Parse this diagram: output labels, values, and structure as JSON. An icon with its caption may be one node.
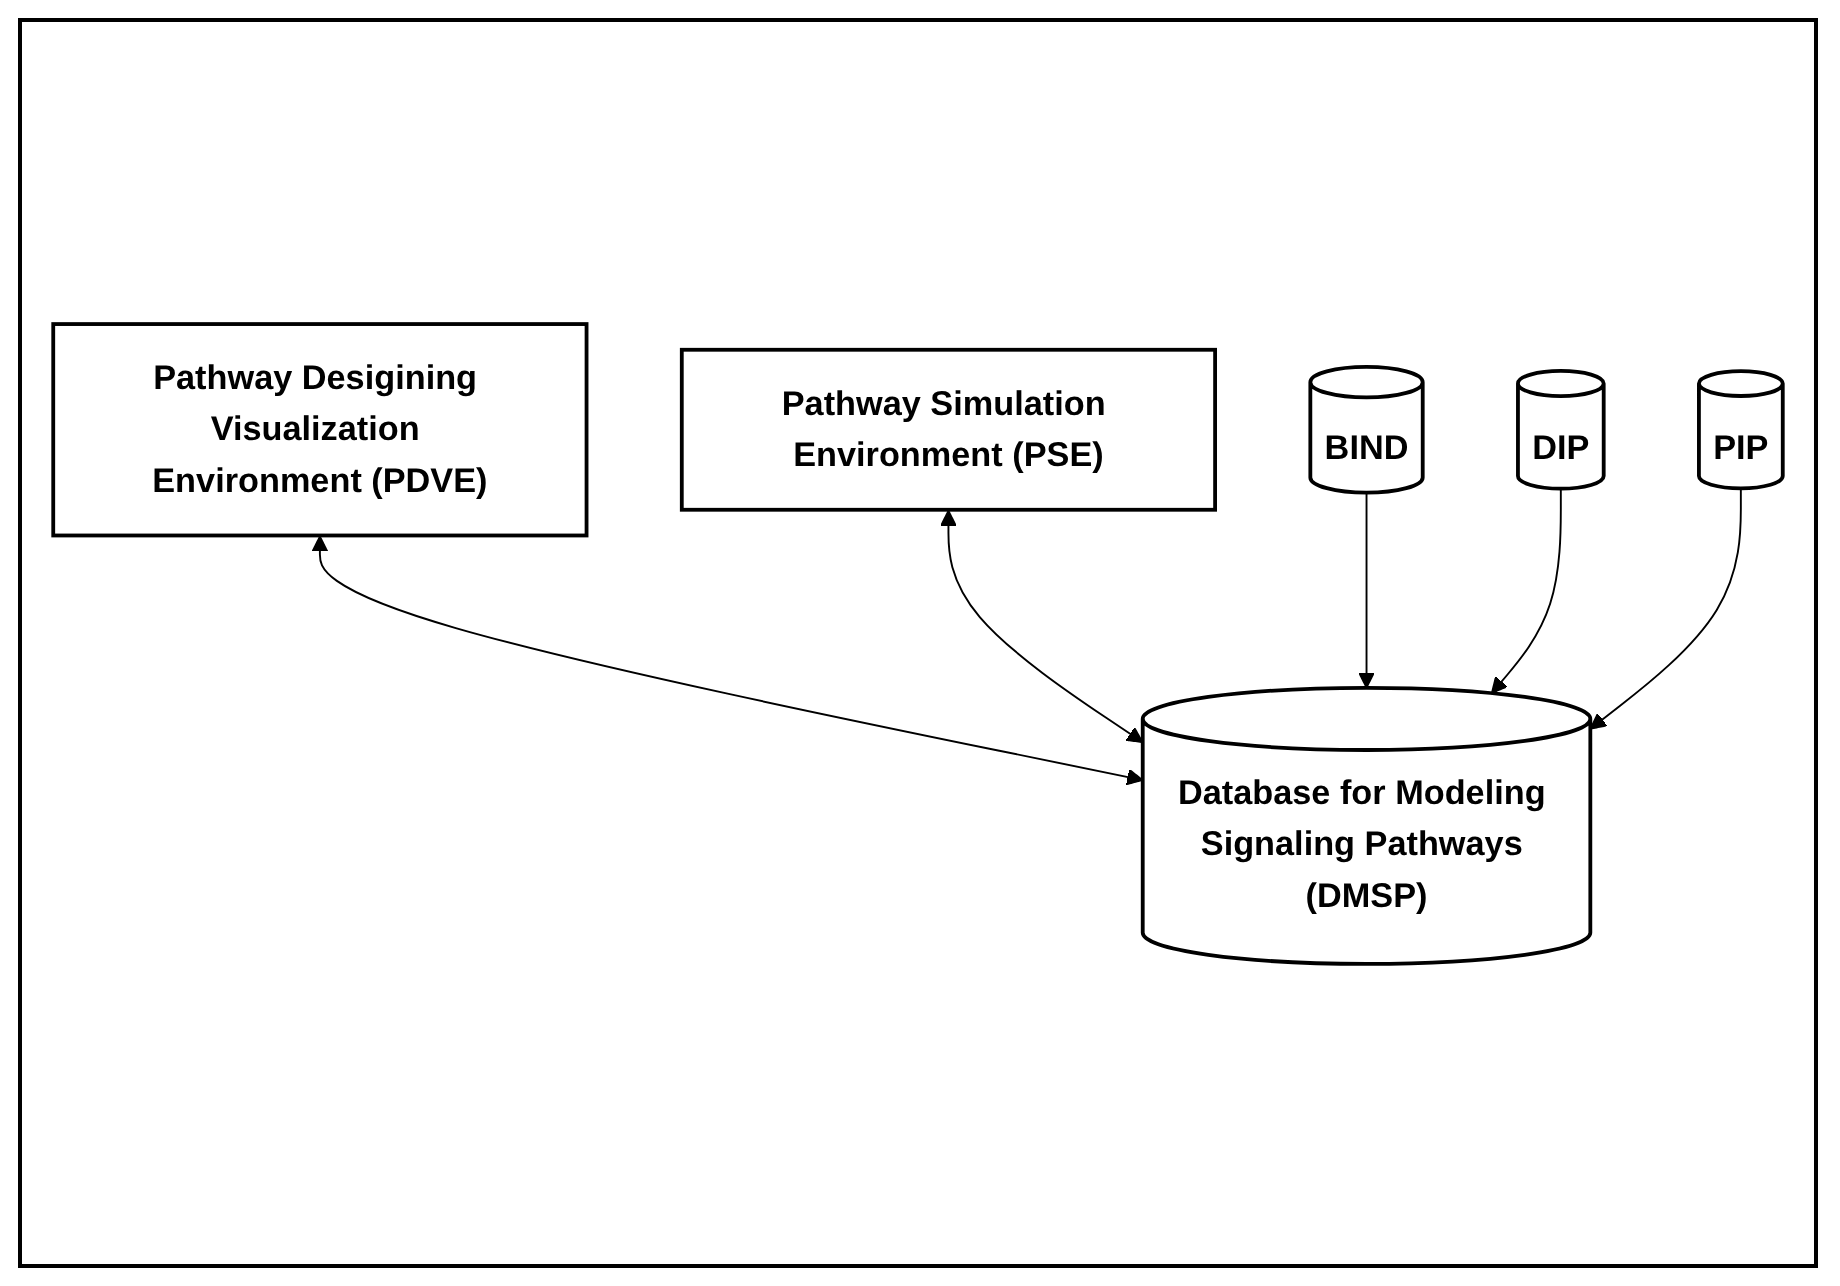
{
  "diagram": {
    "nodes": [
      {
        "text": [
          "Pathway Desigining Visualization Environment (PDVE)"
        ]
      },
      {
        "text": [
          "Pathway Simulation Environment (PSE)"
        ]
      },
      {
        "text": [
          "Database for Modeling Signaling Pathways (DMSP)"
        ]
      },
      {
        "text": [
          "BIND"
        ]
      },
      {
        "text": [
          "DIP"
        ]
      },
      {
        "text": [
          "PIP"
        ]
      }
    ],
    "edges": [
      {
        "from": 0,
        "to": 2,
        "arrow": "both"
      },
      {
        "from": 1,
        "to": 2,
        "arrow": "both"
      },
      {
        "from": 3,
        "to": 2,
        "arrow": "to"
      },
      {
        "from": 4,
        "to": 2,
        "arrow": "to"
      },
      {
        "from": 5,
        "to": 2,
        "arrow": "to"
      }
    ]
  }
}
